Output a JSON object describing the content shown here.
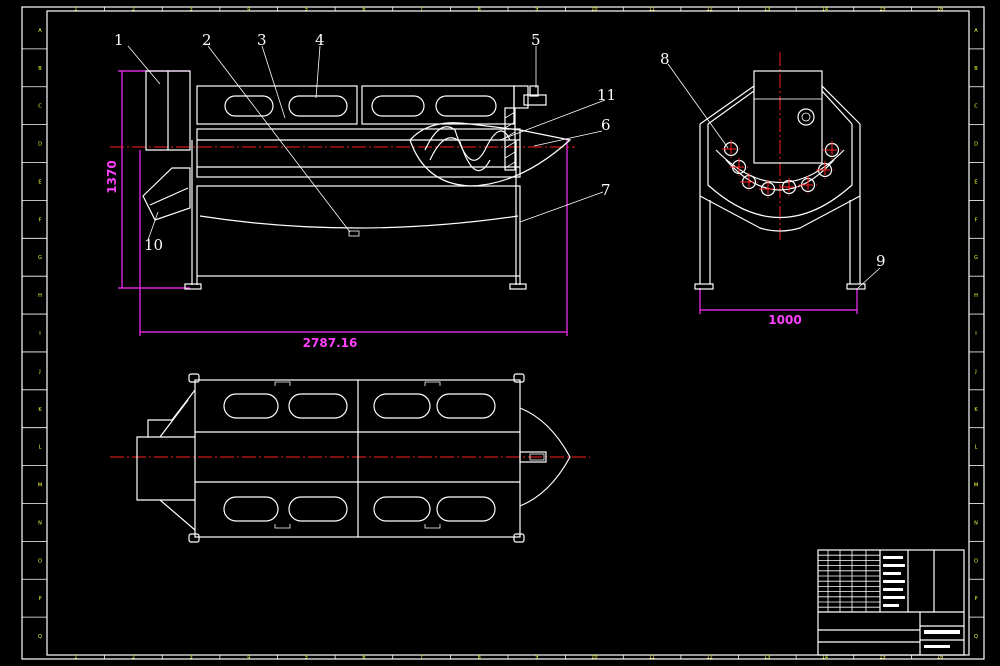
{
  "callouts": [
    "1",
    "2",
    "3",
    "4",
    "5",
    "6",
    "7",
    "8",
    "9",
    "10",
    "11"
  ],
  "dimensions": {
    "height": "1370",
    "length": "2787.16",
    "width": "1000"
  },
  "frame": {
    "border_letters": [
      "A",
      "B",
      "C",
      "D",
      "E",
      "F",
      "G",
      "H",
      "I",
      "J",
      "K",
      "L",
      "M",
      "N",
      "O",
      "P",
      "Q"
    ],
    "border_numbers": [
      "1",
      "2",
      "3",
      "4",
      "5",
      "6",
      "7",
      "8",
      "9",
      "10",
      "11",
      "12",
      "13",
      "14",
      "15",
      "16"
    ]
  },
  "colors": {
    "background": "#000000",
    "line": "#ffffff",
    "centerline": "#ff2020",
    "dimension": "#ff30ff",
    "border_label": "#ffff40"
  }
}
